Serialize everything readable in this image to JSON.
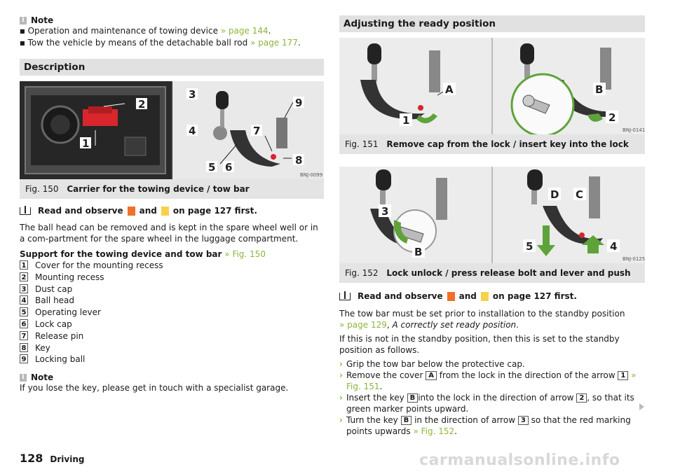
{
  "left": {
    "note": {
      "label": "Note",
      "bullets": [
        {
          "text": "Operation and maintenance of towing device ",
          "link": "» page 144",
          "end": "."
        },
        {
          "text": "Tow the vehicle by means of the detachable ball rod ",
          "link": "» page 177",
          "end": "."
        }
      ]
    },
    "description": {
      "heading": "Description",
      "figure": {
        "num": "Fig. 150",
        "title": "Carrier for the towing device / tow bar",
        "code": "BNJ-0099",
        "callouts": [
          "1",
          "2",
          "3",
          "4",
          "5",
          "6",
          "7",
          "8",
          "9"
        ]
      },
      "read_observe": {
        "prefix": "Read and observe",
        "and": "and",
        "suffix": "on page 127 first."
      },
      "intro": "The ball head can be removed and is kept in the spare wheel well or in a com-partment for the spare wheel in the luggage compartment.",
      "support_label": "Support for the towing device and tow bar",
      "support_link": "» Fig. 150",
      "items": [
        {
          "num": "1",
          "label": "Cover for the mounting recess"
        },
        {
          "num": "2",
          "label": "Mounting recess"
        },
        {
          "num": "3",
          "label": "Dust cap"
        },
        {
          "num": "4",
          "label": "Ball head"
        },
        {
          "num": "5",
          "label": "Operating lever"
        },
        {
          "num": "6",
          "label": "Lock cap"
        },
        {
          "num": "7",
          "label": "Release pin"
        },
        {
          "num": "8",
          "label": "Key"
        },
        {
          "num": "9",
          "label": "Locking ball"
        }
      ],
      "note2_label": "Note",
      "note2_text": "If you lose the key, please get in touch with a specialist garage."
    }
  },
  "right": {
    "heading": "Adjusting the ready position",
    "fig151": {
      "num": "Fig. 151",
      "title": "Remove cap from the lock / insert key into the lock",
      "code": "BNJ-0141",
      "callouts": [
        "A",
        "1",
        "B",
        "2"
      ]
    },
    "fig152": {
      "num": "Fig. 152",
      "title": "Lock unlock / press release bolt and lever and push",
      "code": "BNJ-0125",
      "callouts": [
        "3",
        "B",
        "D",
        "C",
        "5",
        "4"
      ]
    },
    "read_observe": {
      "prefix": "Read and observe",
      "and": "and",
      "suffix": "on page 127 first."
    },
    "para1": "The tow bar must be set prior to installation to the standby position",
    "para1_link": "» page 129",
    "para1_italic": "A correctly set ready position",
    "para2": "If this is not in the standby position, then this is set to the standby position as follows.",
    "steps": {
      "s1": "Grip the tow bar below the protective cap.",
      "s2a": "Remove the cover",
      "s2_box1": "A",
      "s2b": "from the lock in the direction of the arrow",
      "s2_box2": "1",
      "s2_link": "» Fig. 151",
      "s3a": "Insert the key",
      "s3_box1": "B",
      "s3b": "into the lock in the direction of arrow",
      "s3_box2": "2",
      "s3c": ", so that its green marker points upward.",
      "s4a": "Turn the key",
      "s4_box1": "B",
      "s4b": "in the direction of arrow",
      "s4_box2": "3",
      "s4c": "so that the red marking points upwards",
      "s4_link": "» Fig. 152"
    }
  },
  "footer": {
    "page": "128",
    "section": "Driving"
  },
  "watermark": "carmanualsonline.info",
  "colors": {
    "link": "#8cb53b",
    "warning": "#f0702a",
    "caution": "#f6d24a",
    "arrow_green": "#5ea33a",
    "marker_red": "#d8262c"
  }
}
